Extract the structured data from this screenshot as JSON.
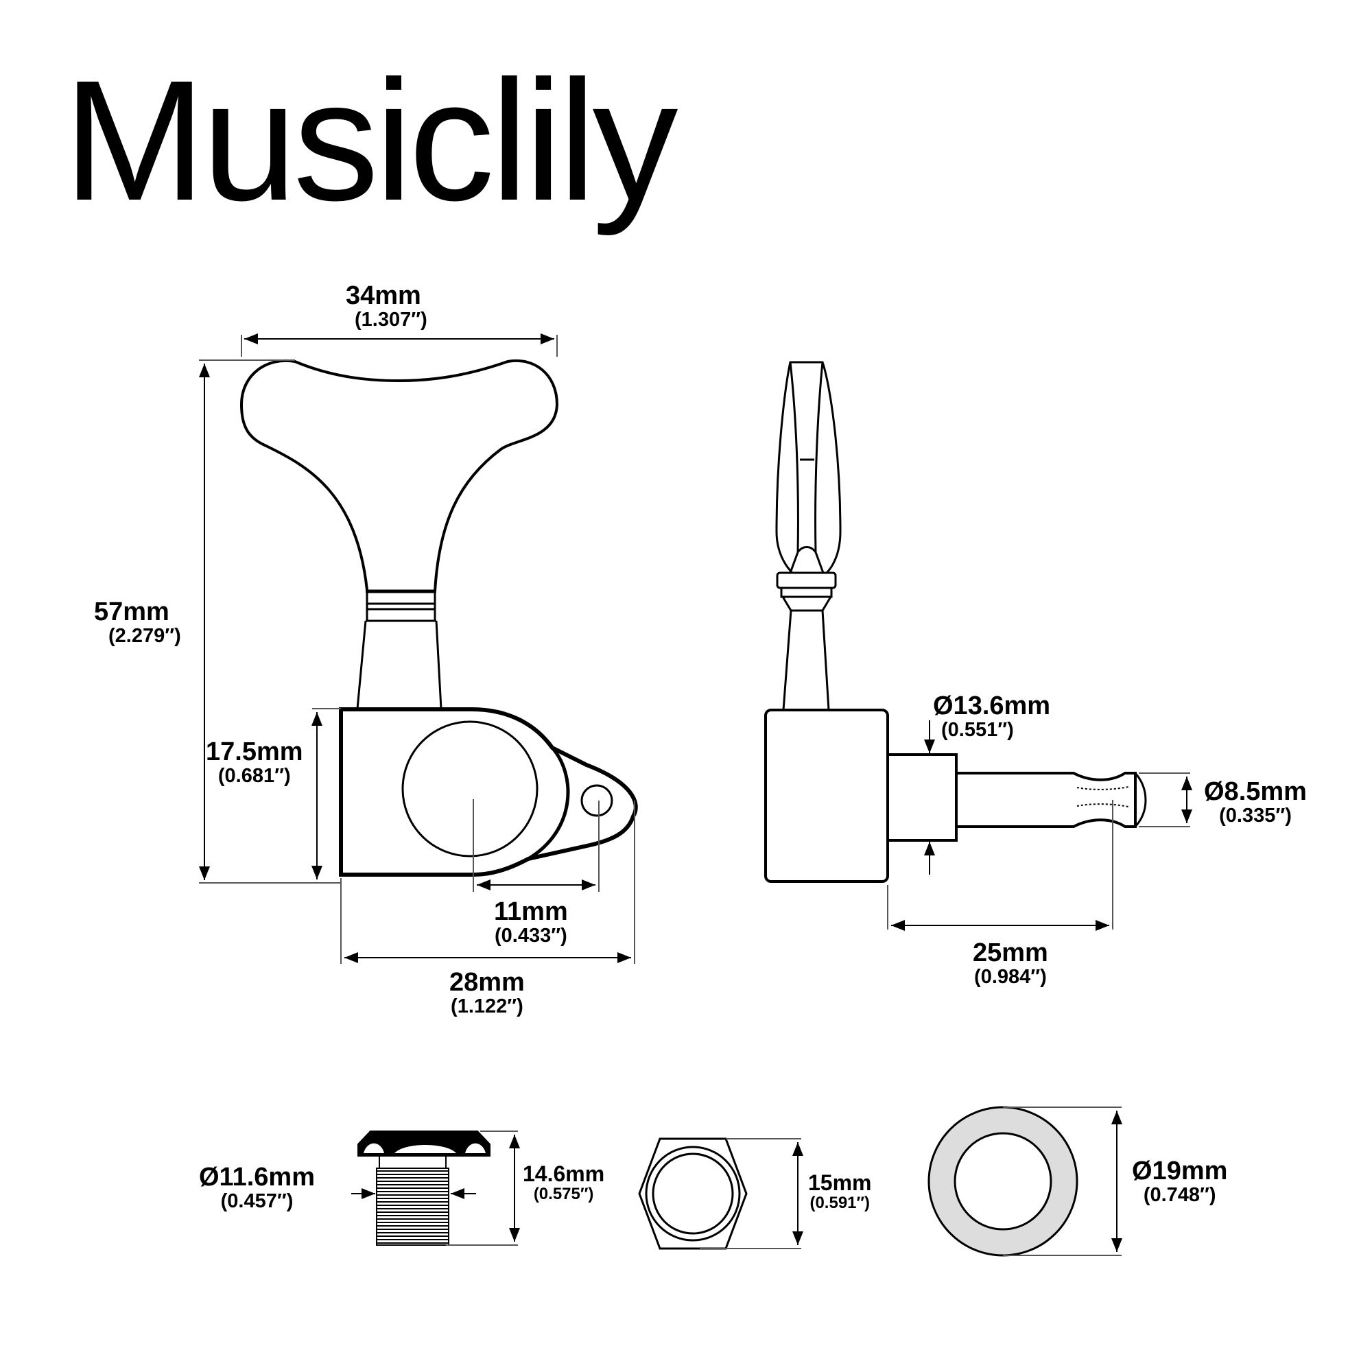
{
  "brand": {
    "title": "Musiclily"
  },
  "colors": {
    "line": "#000000",
    "dimension_line": "#555555",
    "washer_fill": "#dddddd",
    "background": "#ffffff"
  },
  "dimensions": {
    "button_width": {
      "mm": "34mm",
      "inch": "(1.307″)"
    },
    "total_height": {
      "mm": "57mm",
      "inch": "(2.279″)"
    },
    "housing_height": {
      "mm": "17.5mm",
      "inch": "(0.681″)"
    },
    "screw_offset": {
      "mm": "11mm",
      "inch": "(0.433″)"
    },
    "housing_length": {
      "mm": "28mm",
      "inch": "(1.122″)"
    },
    "bushing_diameter": {
      "mm": "Ø13.6mm",
      "inch": "(0.551″)"
    },
    "post_diameter": {
      "mm": "Ø8.5mm",
      "inch": "(0.335″)"
    },
    "post_height": {
      "mm": "25mm",
      "inch": "(0.984″)"
    },
    "ferrule_thread_diameter": {
      "mm": "Ø11.6mm",
      "inch": "(0.457″)"
    },
    "ferrule_height": {
      "mm": "14.6mm",
      "inch": "(0.575″)"
    },
    "hex_nut_size": {
      "mm": "15mm",
      "inch": "(0.591″)"
    },
    "washer_diameter": {
      "mm": "Ø19mm",
      "inch": "(0.748″)"
    }
  },
  "parts": [
    "tuner-front-view",
    "tuner-side-view",
    "threaded-ferrule",
    "hex-nut",
    "washer"
  ]
}
